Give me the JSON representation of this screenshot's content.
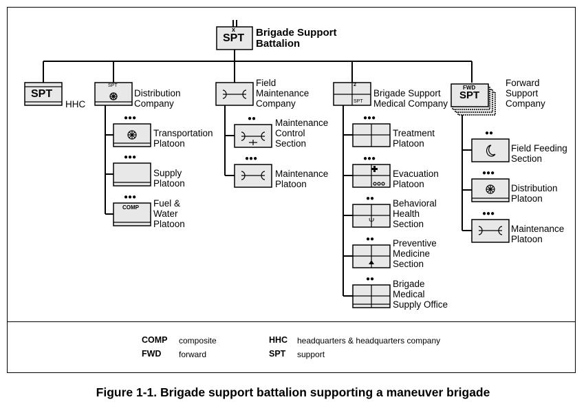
{
  "root": {
    "symbol": "SPT",
    "echelon": "II",
    "echelon_mark": "x",
    "name": "Brigade Support\nBattalion"
  },
  "units": {
    "hhc": {
      "symbol": "SPT",
      "name": "HHC"
    },
    "distribution_company": {
      "symbol": "SPT",
      "name": "Distribution\nCompany"
    },
    "field_maintenance_company": {
      "name": "Field\nMaintenance\nCompany"
    },
    "medical_company": {
      "echelon": "2",
      "symbol": "SPT",
      "name": "Brigade Support\nMedical Company"
    },
    "forward_support_company": {
      "echelon": "FWD",
      "symbol": "SPT",
      "name": "Forward\nSupport\nCompany"
    }
  },
  "subunits": {
    "transportation_platoon": "Transportation\nPlatoon",
    "supply_platoon": "Supply\nPlatoon",
    "fuel_water_platoon": "Fuel &\nWater\nPlatoon",
    "fuel_water_symbol": "COMP",
    "maintenance_control_section": "Maintenance\nControl\nSection",
    "maintenance_platoon": "Maintenance\nPlatoon",
    "treatment_platoon": "Treatment\nPlatoon",
    "evacuation_platoon": "Evacuation\nPlatoon",
    "behavioral_health_section": "Behavioral\nHealth\nSection",
    "preventive_medicine_section": "Preventive\nMedicine\nSection",
    "medical_supply_office": "Brigade\nMedical\nSupply Office",
    "field_feeding_section": "Field Feeding\nSection",
    "fsc_distribution_platoon": "Distribution\nPlatoon",
    "fsc_maintenance_platoon": "Maintenance\nPlatoon"
  },
  "echelon_marks": {
    "platoon": "●●●",
    "section": "●●"
  },
  "legend": [
    {
      "key": "COMP",
      "value": "composite"
    },
    {
      "key": "FWD",
      "value": "forward"
    },
    {
      "key": "HHC",
      "value": "headquarters & headquarters company"
    },
    {
      "key": "SPT",
      "value": "support"
    }
  ],
  "caption": "Figure 1-1. Brigade support battalion supporting a maneuver brigade"
}
